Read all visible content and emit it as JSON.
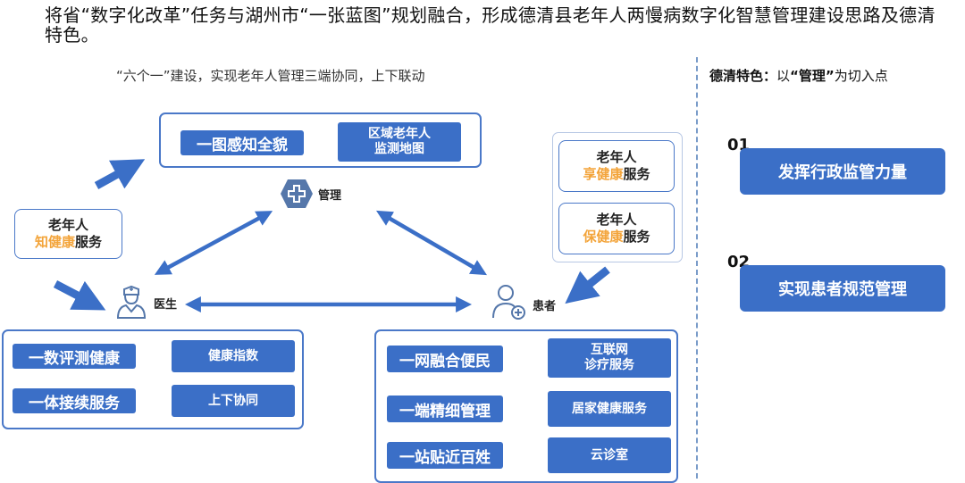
{
  "title": "将省“数字化改革”任务与湖州市“一张蓝图”规划融合，形成德清县老年人两慢病数字化智慧管理建设思路及德清特色。",
  "subtitle": "“六个一”建设，实现老年人管理三端协同，上下联动",
  "feature_heading": {
    "bold": "德清特色：",
    "prefix": "以",
    "quoted": "“管理”",
    "suffix": "为切入点"
  },
  "management": {
    "pill_left": "一图感知全貌",
    "pill_right": "区域老年人\n监测地图",
    "label": "管理"
  },
  "doctor": {
    "label": "医生",
    "items": [
      "一数评测健康",
      "健康指数",
      "一体接续服务",
      "上下协同"
    ]
  },
  "patient": {
    "label": "患者",
    "items": [
      "一网融合便民",
      "互联网\n诊疗服务",
      "一端精细管理",
      "居家健康服务",
      "一站贴近百姓",
      "云诊室"
    ]
  },
  "elder_know": {
    "line1": "老年人",
    "accent": "知健康",
    "tail": "服务"
  },
  "elder_enjoy": {
    "line1": "老年人",
    "accent": "享健康",
    "tail": "服务"
  },
  "elder_protect": {
    "line1": "老年人",
    "accent": "保健康",
    "tail": "服务"
  },
  "features": [
    {
      "num": "01",
      "label": "发挥行政监管力量"
    },
    {
      "num": "02",
      "label": "实现患者规范管理"
    }
  ],
  "colors": {
    "accent": "#3b6fc7",
    "highlight": "#f3a43a",
    "frame": "#4a78c8"
  }
}
